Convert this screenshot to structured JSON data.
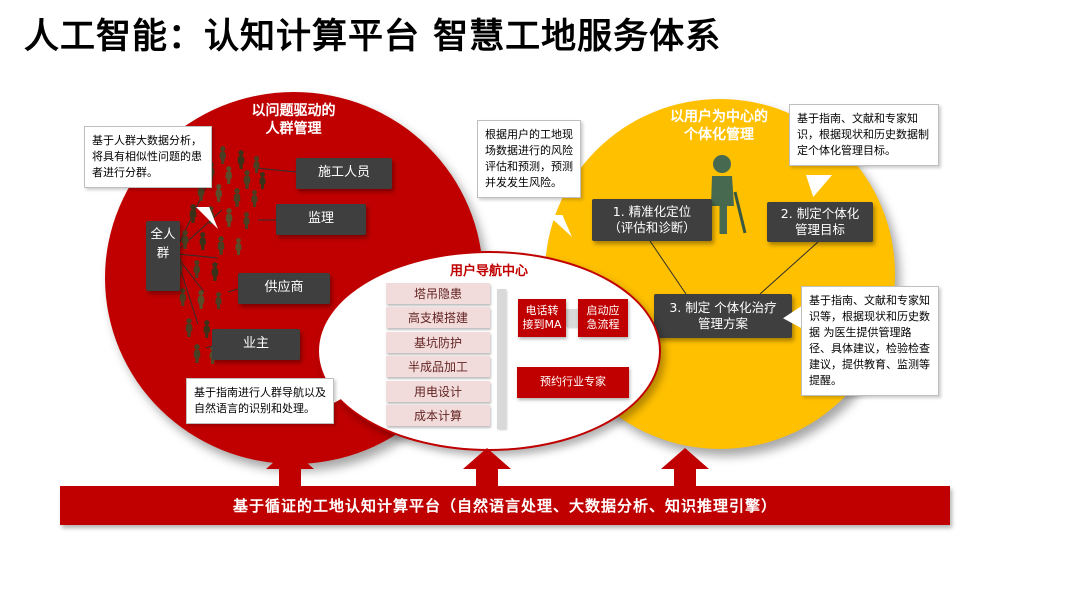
{
  "slide": {
    "title": "人工智能：认知计算平台 智慧工地服务体系",
    "banner": "基于循证的工地认知计算平台（自然语言处理、大数据分析、知识推理引擎）"
  },
  "left_circle": {
    "heading": "以问题驱动的\n人群管理",
    "group_label": "全人群",
    "roles": [
      "施工人员",
      "监理",
      "供应商",
      "业主"
    ]
  },
  "right_circle": {
    "heading": "以用户为中心的\n个体化管理",
    "steps": [
      "1.  精准化定位\n（评估和诊断）",
      "2.  制定个体化\n管理目标",
      "3. 制定 个体化治疗\n管理方案"
    ]
  },
  "navigation_center": {
    "heading": "用户导航中心",
    "hazards": [
      "塔吊隐患",
      "高支模搭建",
      "基坑防护",
      "半成品加工",
      "用电设计",
      "成本计算"
    ],
    "actions": [
      "电话转\n接到MA",
      "启动应\n急流程",
      "预约行业专家"
    ]
  },
  "callouts": {
    "crowd_analysis": "基于人群大数据分析，将具有相似性问题的患者进行分群。",
    "risk_assessment": "根据用户的工地现场数据进行的风险评估和预测，预测并发发生风险。",
    "goal_setting": "基于指南、文献和专家知识，根据现状和历史数据制定个体化管理目标。",
    "management_plan": "基于指南、文献和专家知识等，根据现状和历史数据 为医生提供管理路径、具体建议，检验检查建议，提供教育、监测等提醒。",
    "navigation_nlp": "基于指南进行人群导航以及自然语言的识别和处理。"
  },
  "colors": {
    "primary_red": "#C00000",
    "accent_yellow": "#FFC000",
    "dark_gray": "#3F3F3F",
    "light_pink": "#F2DCDB"
  }
}
